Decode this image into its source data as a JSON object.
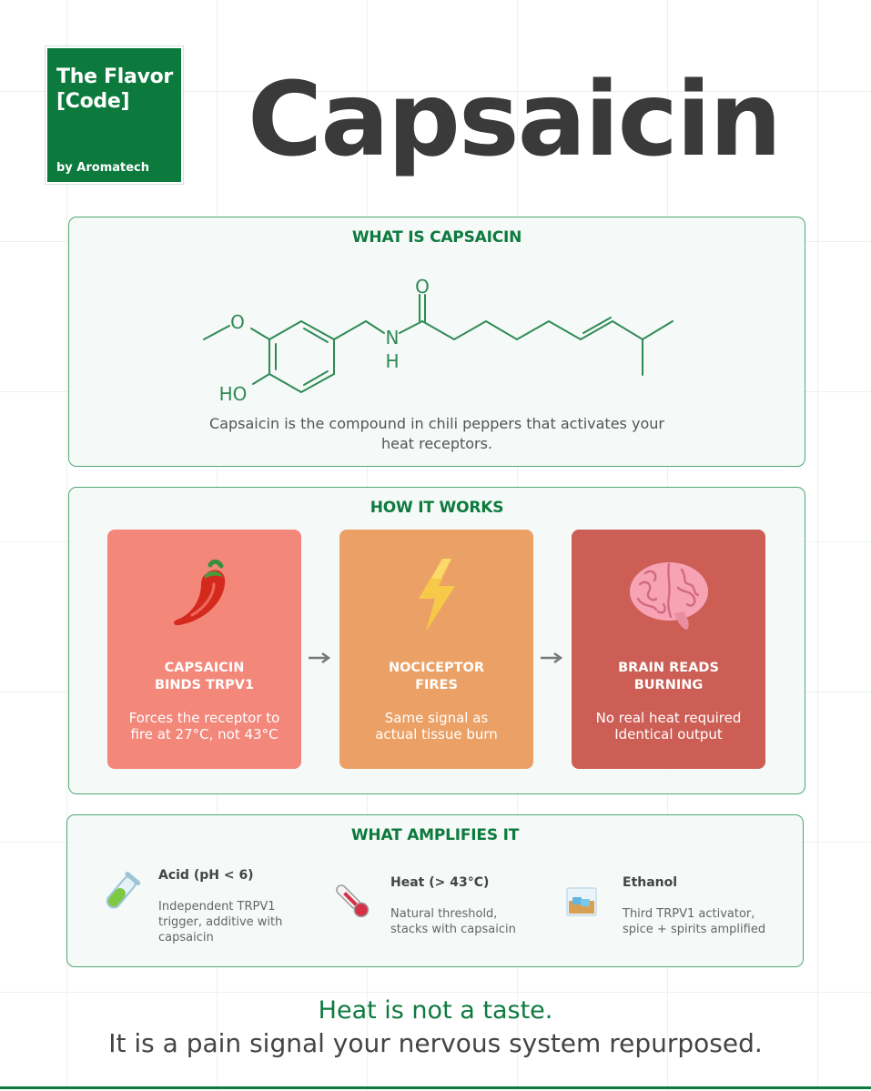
{
  "brand": {
    "title": "The Flavor [Code]",
    "byline": "by Aromatech",
    "color": "#0b7a3c"
  },
  "headline": "Capsaicin",
  "what_is": {
    "title": "WHAT IS CAPSAICIN",
    "structure_labels": {
      "carbonyl_o": "O",
      "amide_n": "N",
      "amide_h": "H",
      "methoxy_o": "O",
      "hydroxyl": "HO"
    },
    "description": "Capsaicin is the compound in chili peppers that activates your heat receptors."
  },
  "how_it_works": {
    "title": "HOW IT WORKS",
    "steps": [
      {
        "icon": "chili-pepper-icon",
        "title": "CAPSAICIN\nBINDS TRPV1",
        "desc": "Forces the receptor to\nfire at 27°C, not 43°C",
        "color": "#f2877a"
      },
      {
        "icon": "lightning-bolt-icon",
        "title": "NOCICEPTOR\nFIRES",
        "desc": "Same signal as\nactual tissue burn",
        "color": "#eba165"
      },
      {
        "icon": "brain-icon",
        "title": "BRAIN READS\nBURNING",
        "desc": "No real heat required\nIdentical output",
        "color": "#cc5e55"
      }
    ]
  },
  "amplifiers": {
    "title": "WHAT AMPLIFIES IT",
    "items": [
      {
        "icon": "test-tube-icon",
        "title": "Acid (pH < 6)",
        "desc": "Independent TRPV1\ntrigger, additive with\ncapsaicin"
      },
      {
        "icon": "thermometer-icon",
        "title": "Heat (> 43°C)",
        "desc": "Natural threshold,\nstacks with capsaicin"
      },
      {
        "icon": "glass-icon",
        "title": "Ethanol",
        "desc": "Third TRPV1 activator,\nspice + spirits amplified"
      }
    ]
  },
  "tagline": {
    "line1": "Heat is not a taste.",
    "line2": "It is a pain signal your nervous system repurposed."
  },
  "colors": {
    "accent": "#0d7a3e",
    "panel_border": "#4fa874"
  }
}
